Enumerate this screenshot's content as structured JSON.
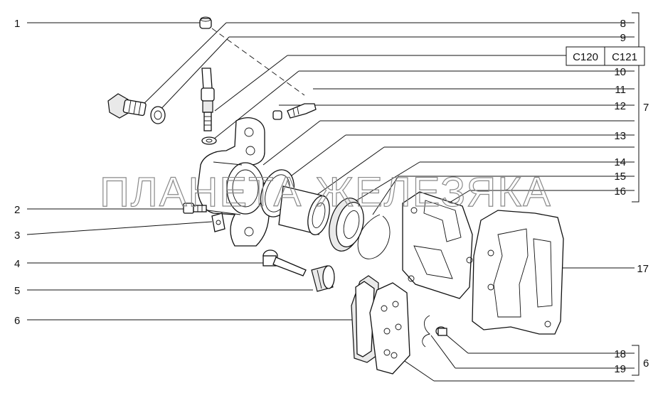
{
  "watermark": "ПЛАНЕТА ЖЕЛЕЗЯКА",
  "callouts_left": [
    "1",
    "2",
    "3",
    "4",
    "5",
    "6"
  ],
  "callouts_right": [
    "8",
    "9",
    "10",
    "11",
    "12",
    "13",
    "14",
    "15",
    "16",
    "17",
    "18",
    "19"
  ],
  "group_labels": {
    "main": "7",
    "pads": "6"
  },
  "codes": [
    "C120",
    "C121"
  ]
}
